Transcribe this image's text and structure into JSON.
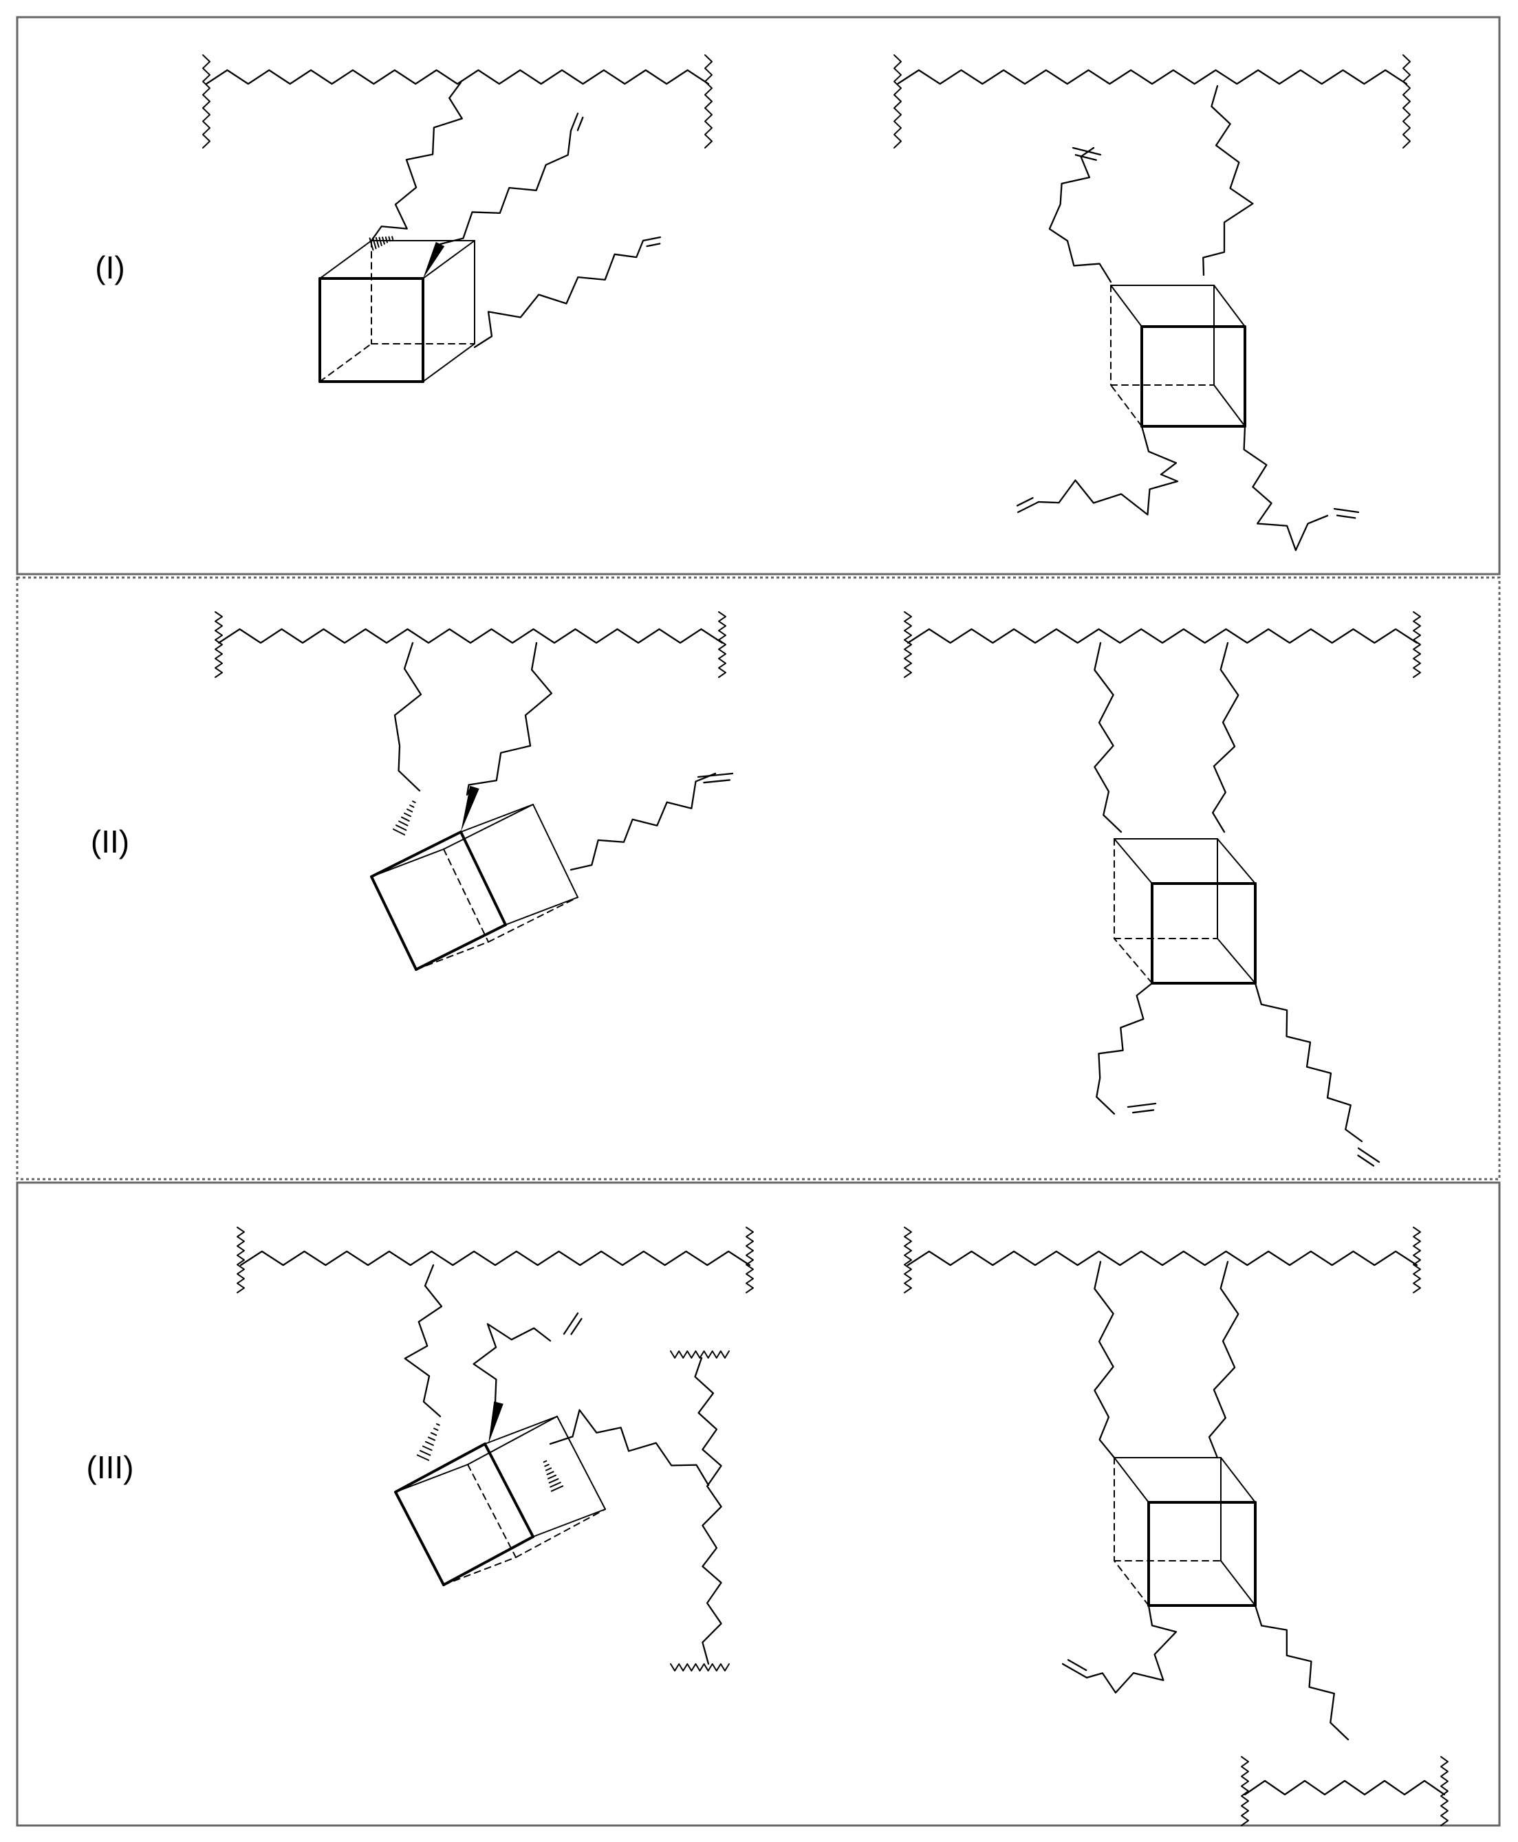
{
  "figure": {
    "panels": [
      {
        "label": "(I)",
        "border": "solid"
      },
      {
        "label": "(II)",
        "border": "dashed"
      },
      {
        "label": "(III)",
        "border": "solid"
      }
    ],
    "colors": {
      "ink": "#000000",
      "frame": "#666666",
      "background": "#ffffff"
    }
  }
}
